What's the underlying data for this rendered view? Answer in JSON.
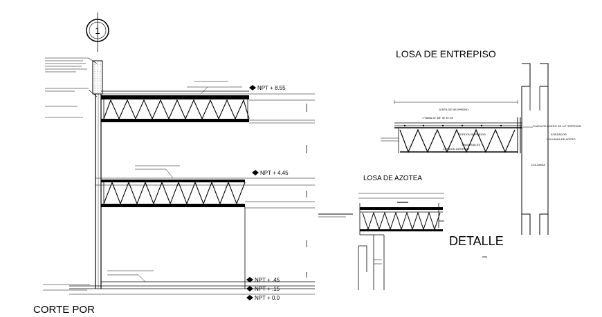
{
  "drawing": {
    "axis_marker": "1",
    "section_title": "CORTE POR",
    "losa_entrepiso_title": "LOSA DE ENTREPISO",
    "losa_azotea_title": "LOSA DE AZOTEA",
    "detalle_title": "DETALLE",
    "levels": [
      "NPT + 8.55",
      "NPT + 4.45",
      "NPT + .45",
      "NPT + .15",
      "NPT + 0.0"
    ],
    "detail_notes": [
      "JUNTA DE NEOPRENO",
      "CORDON SUPERIOR",
      "CORDON INFERIOR",
      "DIAGONALES",
      "PLACA DE ACERO DE 1/2\" ESPESOR",
      "ATIESADOR",
      "COLUMNA DE ACERO",
      "COLUMNA",
      "1 Varilla de 3/8\" @ 30 cm"
    ]
  }
}
